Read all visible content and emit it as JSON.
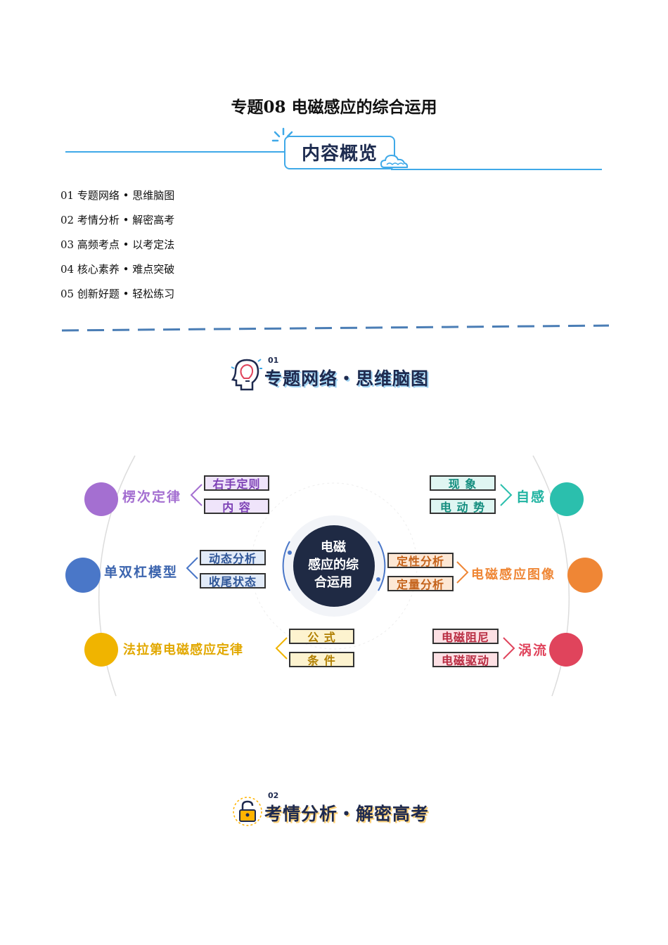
{
  "document": {
    "title": "专题08 电磁感应的综合运用"
  },
  "overview": {
    "banner_label": "内容概览",
    "items": [
      "01 专题网络 • 思维脑图",
      "02 考情分析 • 解密高考",
      "03 高频考点 • 以考定法",
      "04 核心素养 • 难点突破",
      "05 创新好题 • 轻松练习"
    ]
  },
  "sections": {
    "s1": {
      "number": "01",
      "label": "专题网络・思维脑图",
      "icon": "head-lightbulb-icon"
    },
    "s2": {
      "number": "02",
      "label": "考情分析・解密高考",
      "icon": "lock-icon"
    }
  },
  "mindmap": {
    "center": [
      "电磁",
      "感应的综",
      "合运用"
    ],
    "branches": {
      "lenz": {
        "label": "楞次定律",
        "color": "#a46fd1",
        "items": [
          "右手定则",
          "内  容"
        ]
      },
      "rods": {
        "label": "单双杠模型",
        "color": "#4a77c8",
        "items": [
          "动态分析",
          "收尾状态"
        ]
      },
      "faraday": {
        "label": "法拉第电磁感应定律",
        "color": "#f0b400",
        "items": [
          "公  式",
          "条  件"
        ]
      },
      "self": {
        "label": "自感",
        "color": "#2bbfad",
        "items": [
          "现  象",
          "电 动 势"
        ]
      },
      "graph": {
        "label": "电磁感应图像",
        "color": "#ef8635",
        "items": [
          "定性分析",
          "定量分析"
        ]
      },
      "eddy": {
        "label": "涡流",
        "color": "#e0445c",
        "items": [
          "电磁阻尼",
          "电磁驱动"
        ]
      }
    }
  }
}
